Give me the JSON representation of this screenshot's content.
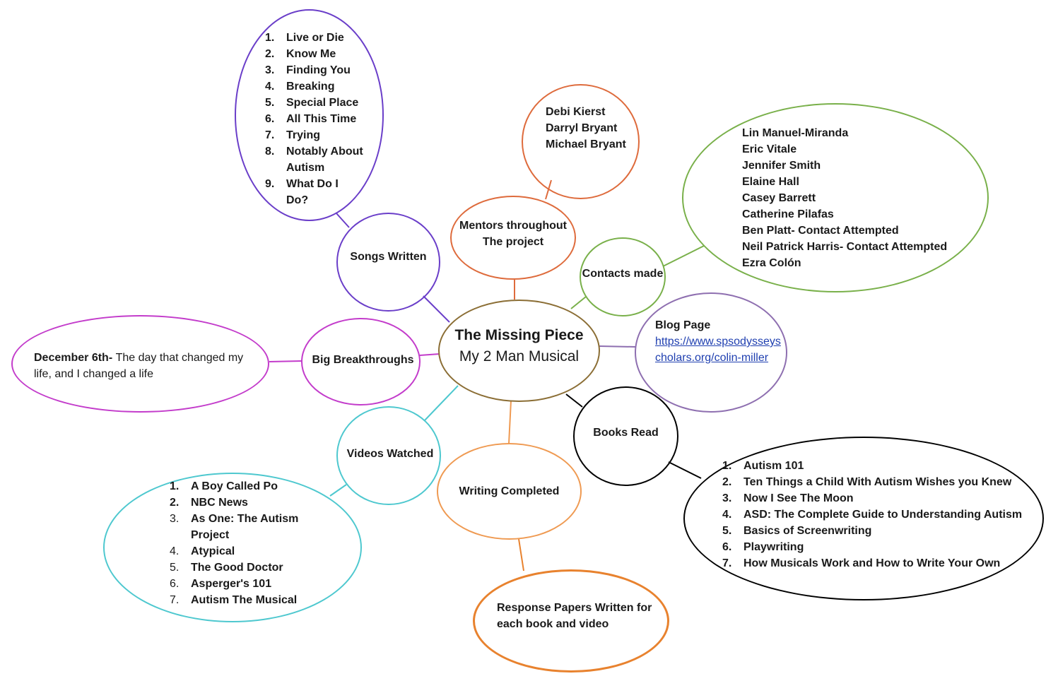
{
  "colors": {
    "center": "#8b6e35",
    "songs": "#6a3ec9",
    "mentors": "#de6b3c",
    "contacts": "#79b04a",
    "blog": "#8e6fb0",
    "books": "#000000",
    "writing": "#ef9a52",
    "response": "#e8822e",
    "videos": "#4ec8cf",
    "breakthroughs": "#c33ccb",
    "link": "#1f3fb0"
  },
  "center": {
    "title": "The Missing Piece",
    "subtitle": "My 2 Man Musical"
  },
  "songs": {
    "label": "Songs Written",
    "items": [
      "Live or Die",
      "Know Me",
      "Finding You",
      "Breaking",
      "Special Place",
      "All This Time",
      "Trying",
      "Notably About Autism",
      "What Do I Do?"
    ]
  },
  "mentors": {
    "label": "Mentors throughout The project",
    "names": [
      "Debi Kierst",
      "Darryl Bryant",
      "Michael Bryant"
    ]
  },
  "contacts": {
    "label": "Contacts made",
    "names": [
      "Lin Manuel-Miranda",
      "Eric Vitale",
      "Jennifer Smith",
      "Elaine Hall",
      "Casey Barrett",
      "Catherine Pilafas",
      "Ben Platt- Contact Attempted",
      "Neil Patrick Harris- Contact Attempted",
      "Ezra Colón"
    ]
  },
  "blog": {
    "label": "Blog Page",
    "url": "https://www.spsodysseyscholars.org/colin-miller"
  },
  "books": {
    "label": "Books Read",
    "items": [
      "Autism 101",
      "Ten Things a Child With Autism Wishes you Knew",
      "Now I See The Moon",
      "ASD: The Complete Guide to Understanding Autism",
      "Basics of Screenwriting",
      "Playwriting",
      "How Musicals Work and How to Write Your Own"
    ]
  },
  "writing": {
    "label": "Writing Completed"
  },
  "response": {
    "label": "Response Papers Written for each book and video"
  },
  "videos": {
    "label": "Videos Watched",
    "items": [
      "A Boy Called Po",
      "NBC  News",
      "As One: The Autism Project",
      "Atypical",
      "The Good Doctor",
      "Asperger's 101",
      "Autism The Musical"
    ]
  },
  "breakthroughs": {
    "label": "Big Breakthroughs",
    "date": "December 6th-",
    "description": "The day that changed my life, and I changed a life"
  }
}
